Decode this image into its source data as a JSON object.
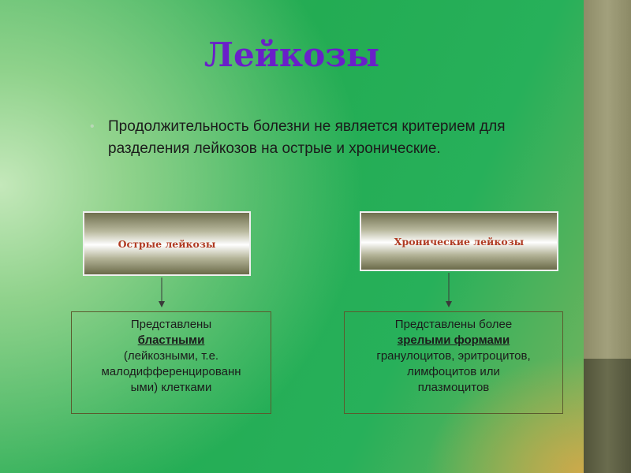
{
  "title": "Лейкозы",
  "bullet": "Продолжительность болезни не является критерием для разделения лейкозов на острые и хронические.",
  "categories": [
    {
      "label": "Острые лейкозы",
      "description": {
        "before": "Представлены",
        "emphasis": "бластными",
        "after_lines": [
          "(лейкозными, т.е.",
          "малодифференцированн",
          "ыми) клетками"
        ]
      }
    },
    {
      "label": "Хронические лейкозы",
      "description": {
        "before": "Представлены более",
        "emphasis": "зрелыми формами",
        "after_lines": [
          "гранулоцитов, эритроцитов,",
          "лимфоцитов или",
          "плазмоцитов"
        ]
      }
    }
  ],
  "colors": {
    "title": "#6a1fc9",
    "category_text": "#b03a22",
    "background": "#23ac53",
    "sidebar": "#a2a07c"
  }
}
